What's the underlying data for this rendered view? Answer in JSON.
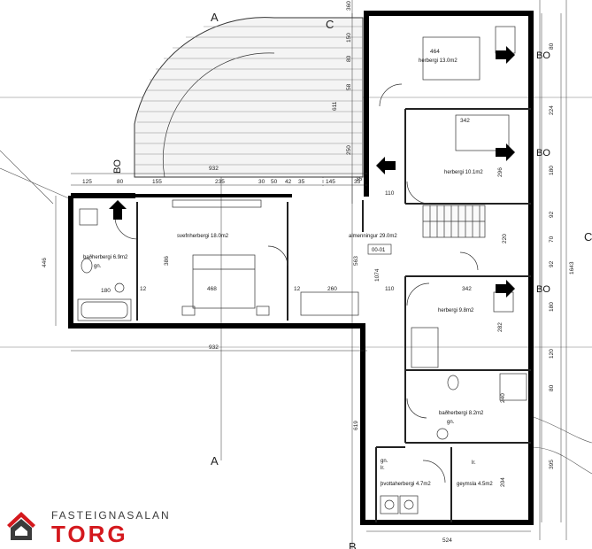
{
  "rooms": {
    "herbergi_1": "herbergi 13.0m2",
    "herbergi_2": "herbergi 10.1m2",
    "herbergi_3": "herbergi 9.8m2",
    "svefnherbergi": "svefnherbergi 18.0m2",
    "badherbergi_1": "baðherbergi 6.9m2",
    "badherbergi_2": "baðherbergi 8.2m2",
    "almenningur": "almenningur 29.0m2",
    "thvottaherbergi": "þvottaherbergi 4.7m2",
    "geymsla": "geymsla 4.5m2",
    "code": "00-01",
    "gn1": "gn.",
    "gn2": "gn.",
    "gn_lr": "gn.",
    "lr1": "lr.",
    "lr2": "lr."
  },
  "axis_labels": {
    "a_top": "A",
    "a_bottom": "A",
    "c_top": "C",
    "c_right": "C",
    "b_bottom": "B"
  },
  "bo_labels": [
    "BO",
    "BO",
    "BO",
    "BO"
  ],
  "dimensions": {
    "top_right_col": [
      "360",
      "150",
      "80",
      "611",
      "58",
      "250",
      "35"
    ],
    "left_total": "446",
    "left_inner": "386",
    "top_total": "932",
    "bottom_total": "932",
    "top_segments": [
      "125",
      "80",
      "155",
      "235",
      "30",
      "50",
      "42",
      "35",
      "145",
      "35"
    ],
    "right_col": [
      "80",
      "224",
      "180",
      "92",
      "70",
      "92",
      "180",
      "120",
      "80",
      "395",
      "1643"
    ],
    "room_widths": {
      "h1": "464",
      "h2": "342",
      "h3": "342",
      "bath1_w": "180",
      "bed_w": "468",
      "corr_w": "260",
      "small_12a": "12",
      "small_12b": "12",
      "small_110a": "110",
      "small_110b": "110",
      "h2_height": "296",
      "h3_height": "282",
      "stairs": "220",
      "corr_v": "563",
      "lower_v": "1074",
      "bath2_v": "240",
      "utility_v": "204",
      "bottom_v": "619",
      "bottom_w": "524"
    }
  },
  "logo": {
    "top": "FASTEIGNASALAN",
    "bottom": "TORG",
    "color": "#d4181d"
  }
}
